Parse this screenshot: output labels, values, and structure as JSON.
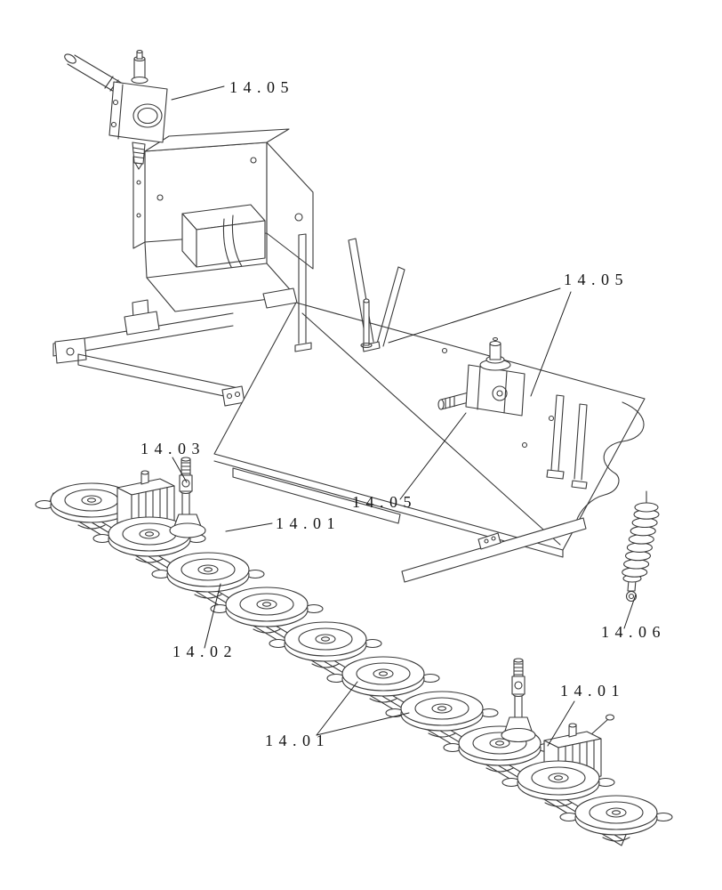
{
  "diagram": {
    "type": "exploded-parts-diagram",
    "subject": "disc mower cutterbar and gearbox assembly",
    "background_color": "#ffffff",
    "line_color": "#3a3a3a",
    "label_color": "#141414"
  },
  "labels": [
    {
      "id": "gearbox-detail-top",
      "text": "14.05"
    },
    {
      "id": "gearbox-mount-right",
      "text": "14.05"
    },
    {
      "id": "drive-shaft",
      "text": "14.03"
    },
    {
      "id": "disc-left",
      "text": "14.01"
    },
    {
      "id": "gearbox-on-deck",
      "text": "14.05"
    },
    {
      "id": "disc-inner",
      "text": "14.02"
    },
    {
      "id": "tension-spring",
      "text": "14.06"
    },
    {
      "id": "discs-middle",
      "text": "14.01"
    },
    {
      "id": "hub-module-right",
      "text": "14.01"
    }
  ]
}
